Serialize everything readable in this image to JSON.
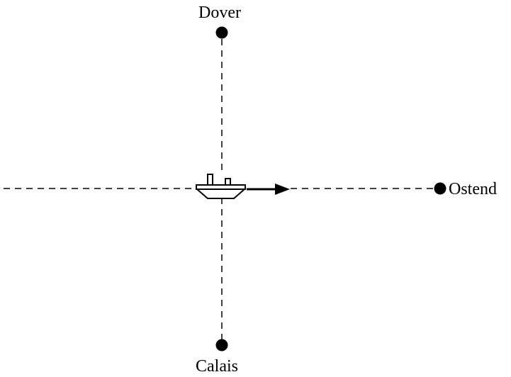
{
  "places": {
    "north": "Dover",
    "south": "Calais",
    "east": "Ostend"
  },
  "colors": {
    "ink": "#000000",
    "background": "#ffffff"
  }
}
